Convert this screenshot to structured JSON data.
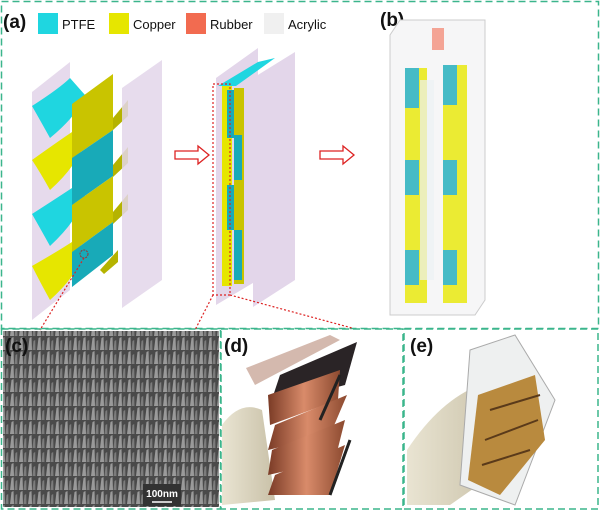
{
  "figure": {
    "panel_labels": {
      "a": "(a)",
      "b": "(b)",
      "c": "(c)",
      "d": "(d)",
      "e": "(e)"
    },
    "legend": [
      {
        "label": "PTFE",
        "color": "#1fd6e0"
      },
      {
        "label": "Copper",
        "color": "#e6e600"
      },
      {
        "label": "Rubber",
        "color": "#f26b50"
      },
      {
        "label": "Acrylic",
        "color": "#f0f0f0"
      }
    ],
    "scale_bar": "100nm",
    "colors": {
      "ptfe_shade": "#16a9b8",
      "copper_shade": "#b5b300",
      "acrylic_plate": "#e3d6ea",
      "frame": "#3bb58c",
      "arrow": "#d22222"
    }
  }
}
